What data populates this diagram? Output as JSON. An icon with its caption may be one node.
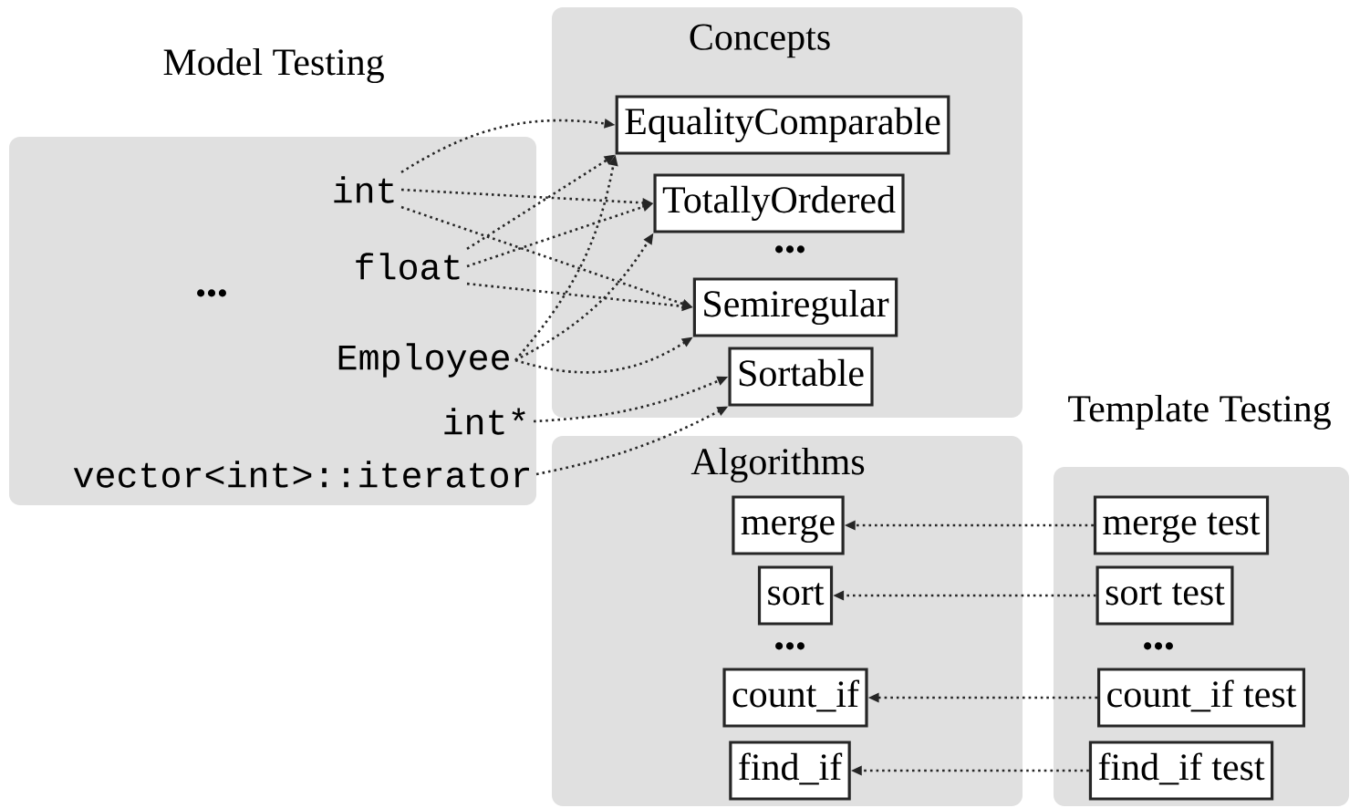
{
  "diagram": {
    "nodes": [
      {
        "text": [
          "Model Testing"
        ]
      },
      {
        "text": [
          "int"
        ],
        "in": 0
      },
      {
        "text": [
          "float"
        ],
        "in": 0
      },
      {
        "text": [
          "Employee"
        ],
        "in": 0
      },
      {
        "text": [
          "int*"
        ],
        "in": 0
      },
      {
        "text": [
          "vector<int>::iterator"
        ],
        "in": 0
      },
      {
        "text": [
          "Concepts"
        ]
      },
      {
        "text": [
          "EqualityComparable"
        ],
        "in": 6
      },
      {
        "text": [
          "TotallyOrdered"
        ],
        "in": 6
      },
      {
        "text": [
          "Semiregular"
        ],
        "in": 6
      },
      {
        "text": [
          "Sortable"
        ],
        "in": 6
      },
      {
        "text": [
          "Algorithms"
        ]
      },
      {
        "text": [
          "merge"
        ],
        "in": 11
      },
      {
        "text": [
          "sort"
        ],
        "in": 11
      },
      {
        "text": [
          "count_if"
        ],
        "in": 11
      },
      {
        "text": [
          "find_if"
        ],
        "in": 11
      },
      {
        "text": [
          "Template Testing"
        ]
      },
      {
        "text": [
          "merge test"
        ],
        "in": 16
      },
      {
        "text": [
          "sort test"
        ],
        "in": 16
      },
      {
        "text": [
          "count_if test"
        ],
        "in": 16
      },
      {
        "text": [
          "find_if test"
        ],
        "in": 16
      }
    ],
    "edges": [
      {
        "from": 1,
        "to": 7,
        "arrow": "to",
        "style": "dashed"
      },
      {
        "from": 1,
        "to": 8,
        "arrow": "to",
        "style": "dashed"
      },
      {
        "from": 1,
        "to": 9,
        "arrow": "to",
        "style": "dashed"
      },
      {
        "from": 2,
        "to": 7,
        "arrow": "to",
        "style": "dashed"
      },
      {
        "from": 2,
        "to": 8,
        "arrow": "to",
        "style": "dashed"
      },
      {
        "from": 2,
        "to": 9,
        "arrow": "to",
        "style": "dashed"
      },
      {
        "from": 3,
        "to": 7,
        "arrow": "to",
        "style": "dashed"
      },
      {
        "from": 3,
        "to": 8,
        "arrow": "to",
        "style": "dashed"
      },
      {
        "from": 3,
        "to": 9,
        "arrow": "to",
        "style": "dashed"
      },
      {
        "from": 4,
        "to": 10,
        "arrow": "to",
        "style": "dashed"
      },
      {
        "from": 5,
        "to": 10,
        "arrow": "to",
        "style": "dashed"
      },
      {
        "from": 17,
        "to": 12,
        "arrow": "to",
        "style": "dashed"
      },
      {
        "from": 18,
        "to": 13,
        "arrow": "to",
        "style": "dashed"
      },
      {
        "from": 19,
        "to": 14,
        "arrow": "to",
        "style": "dashed"
      },
      {
        "from": 20,
        "to": 15,
        "arrow": "to",
        "style": "dashed"
      }
    ],
    "labels": [
      "•••",
      "•••",
      "•••",
      "•••"
    ]
  }
}
